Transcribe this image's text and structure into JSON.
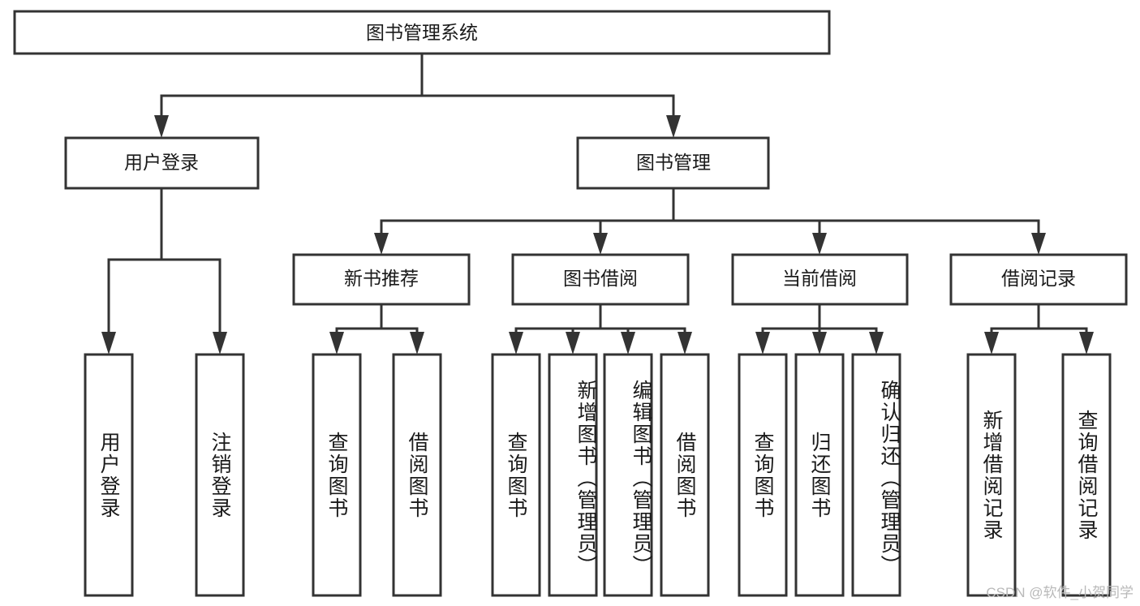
{
  "diagram": {
    "title": "图书管理系统",
    "type": "tree-hierarchy",
    "watermark": "CSDN @软件_小贺同学",
    "colors": {
      "stroke": "#333333",
      "fill": "#ffffff",
      "text": "#1a1a1a",
      "watermark": "#b9b9b9"
    },
    "root": {
      "label": "图书管理系统"
    },
    "level2": [
      {
        "label": "用户登录"
      },
      {
        "label": "图书管理"
      }
    ],
    "level3": [
      {
        "label": "新书推荐"
      },
      {
        "label": "图书借阅"
      },
      {
        "label": "当前借阅"
      },
      {
        "label": "借阅记录"
      }
    ],
    "leaves": {
      "user_login": [
        {
          "label": "用户登录"
        },
        {
          "label": "注销登录"
        }
      ],
      "new_book": [
        {
          "label": "查询图书"
        },
        {
          "label": "借阅图书"
        }
      ],
      "book_borrow": [
        {
          "label": "查询图书"
        },
        {
          "label": "新增图书（管理员）"
        },
        {
          "label": "编辑图书（管理员）"
        },
        {
          "label": "借阅图书"
        }
      ],
      "current_borrow": [
        {
          "label": "查询图书"
        },
        {
          "label": "归还图书"
        },
        {
          "label": "确认归还（管理员）"
        }
      ],
      "borrow_record": [
        {
          "label": "新增借阅记录"
        },
        {
          "label": "查询借阅记录"
        }
      ]
    }
  }
}
